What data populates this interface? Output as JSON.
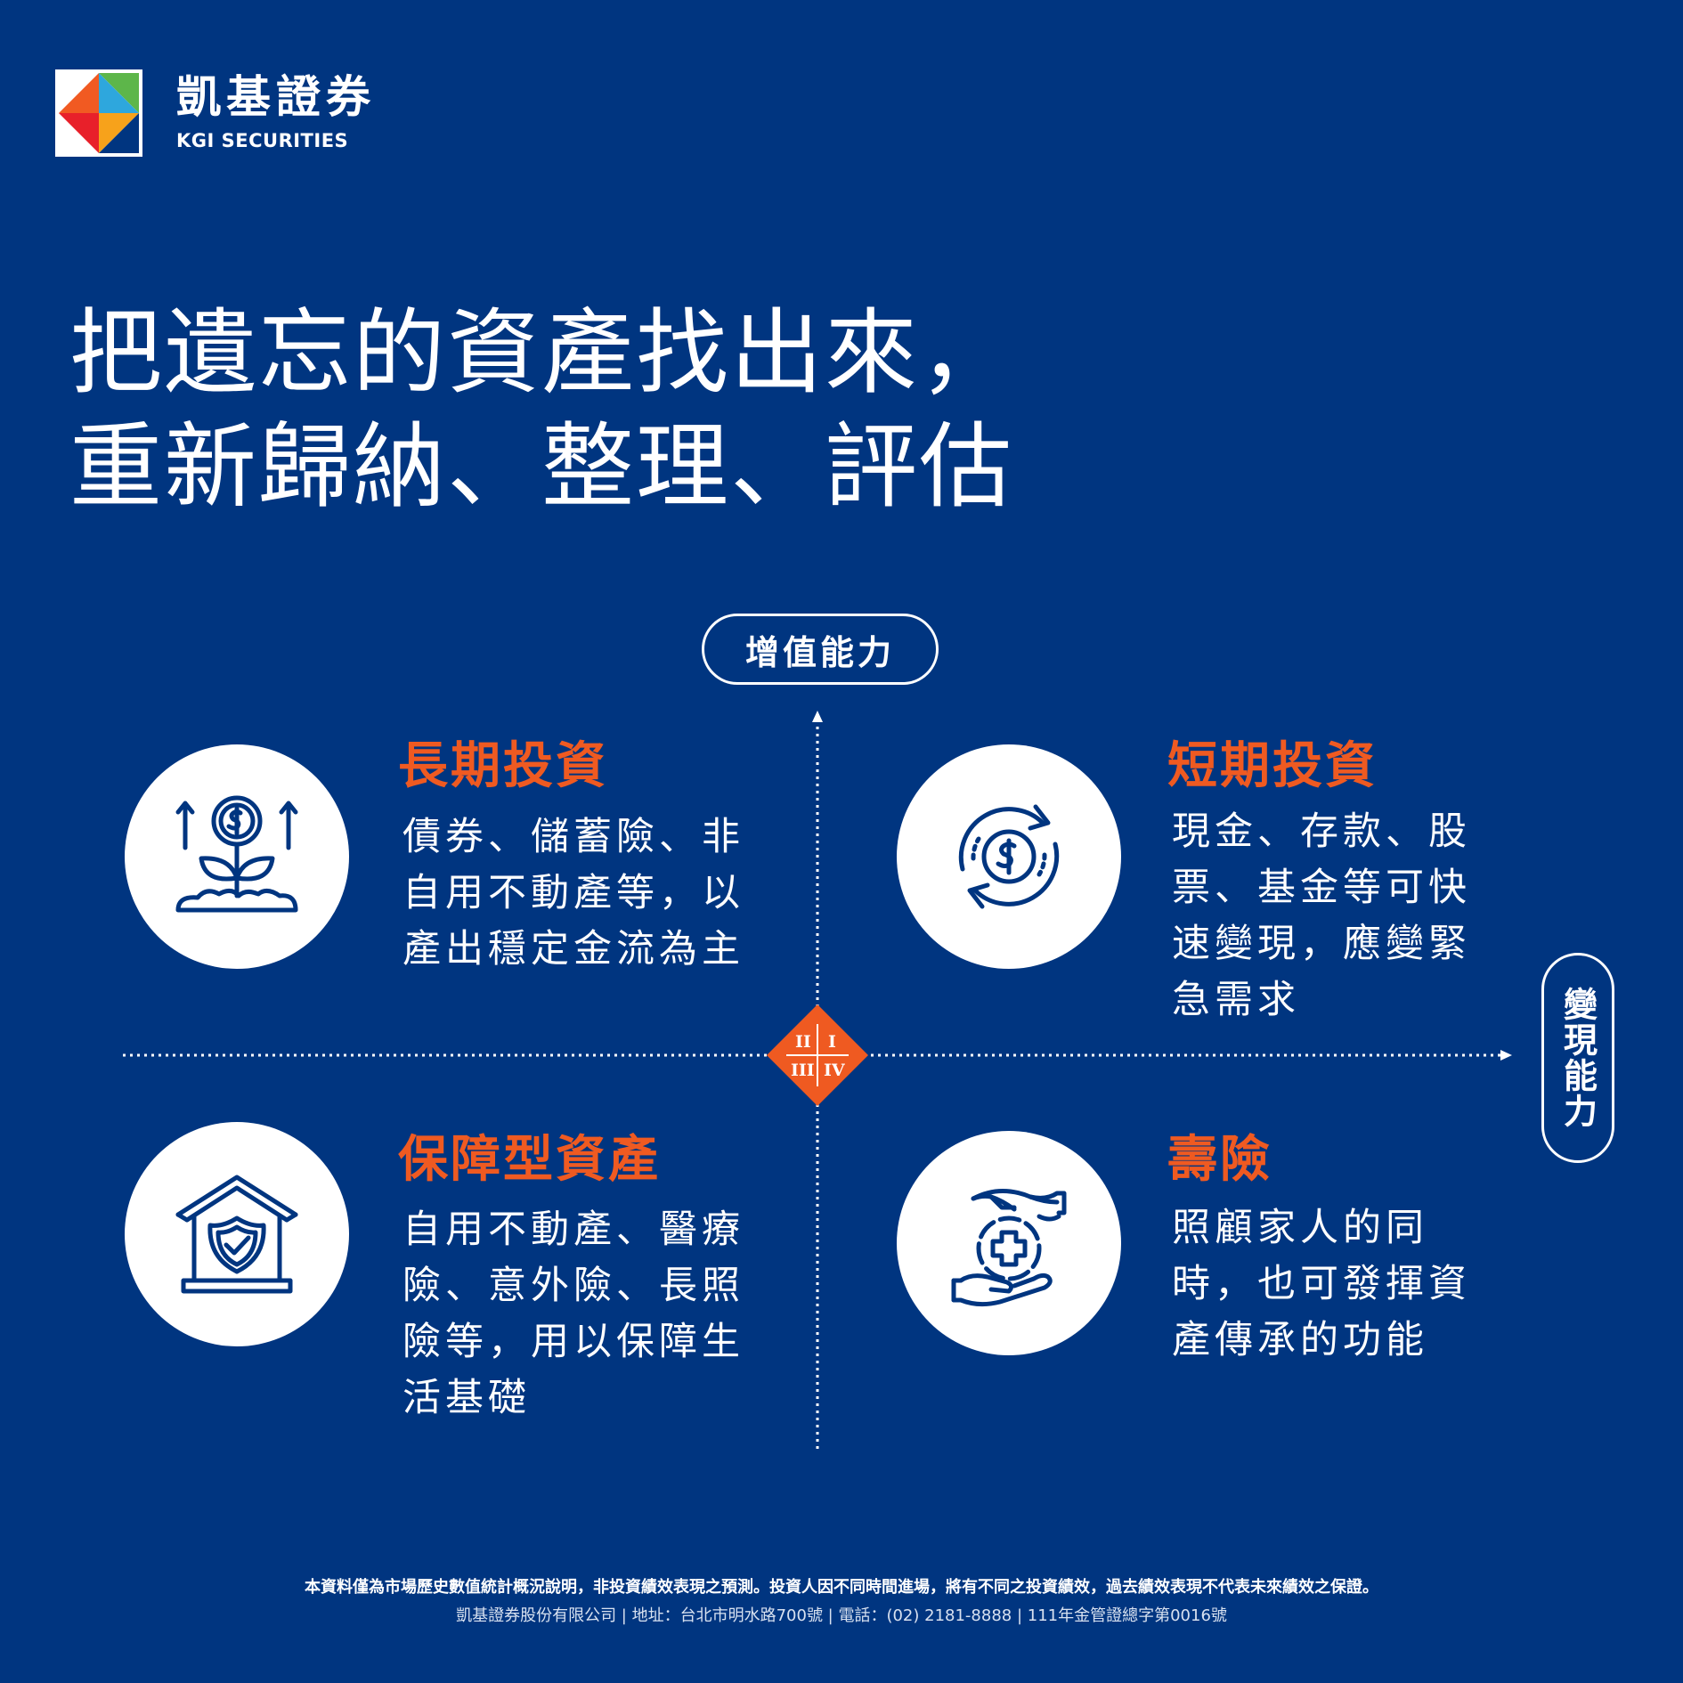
{
  "brand": {
    "name_cn": "凱基證券",
    "name_en": "KGI SECURITIES",
    "colors": {
      "background": "#003580",
      "accent": "#ef5a21",
      "white": "#ffffff"
    }
  },
  "headline": {
    "line1": "把遺忘的資產找出來，",
    "line2": "重新歸納、整理、評估"
  },
  "axes": {
    "vertical": "增值能力",
    "horizontal": "變現能力"
  },
  "quadrant_badge": {
    "q1": "I",
    "q2": "II",
    "q3": "III",
    "q4": "IV"
  },
  "quadrants": {
    "q2": {
      "icon": "money-plant-icon",
      "title": "長期投資",
      "lines": [
        "債券、儲蓄險、非",
        "自用不動產等，以",
        "產出穩定金流為主"
      ]
    },
    "q1": {
      "icon": "money-cycle-icon",
      "title": "短期投資",
      "lines": [
        "現金、存款、股",
        "票、基金等可快",
        "速變現，應變緊",
        "急需求"
      ]
    },
    "q3": {
      "icon": "house-shield-icon",
      "title": "保障型資產",
      "lines": [
        "自用不動產、醫療",
        "險、意外險、長照",
        "險等，用以保障生",
        "活基礎"
      ]
    },
    "q4": {
      "icon": "hands-medical-icon",
      "title": "壽險",
      "lines": [
        "照顧家人的同",
        "時，也可發揮資",
        "產傳承的功能"
      ]
    }
  },
  "footer": {
    "disclaimer": "本資料僅為市場歷史數值統計概況說明，非投資績效表現之預測。投資人因不同時間進場，將有不同之投資績效，過去績效表現不代表未來績效之保證。",
    "company": "凱基證券股份有限公司 | 地址：台北市明水路700號 | 電話：(02) 2181-8888 | 111年金管證總字第0016號"
  }
}
